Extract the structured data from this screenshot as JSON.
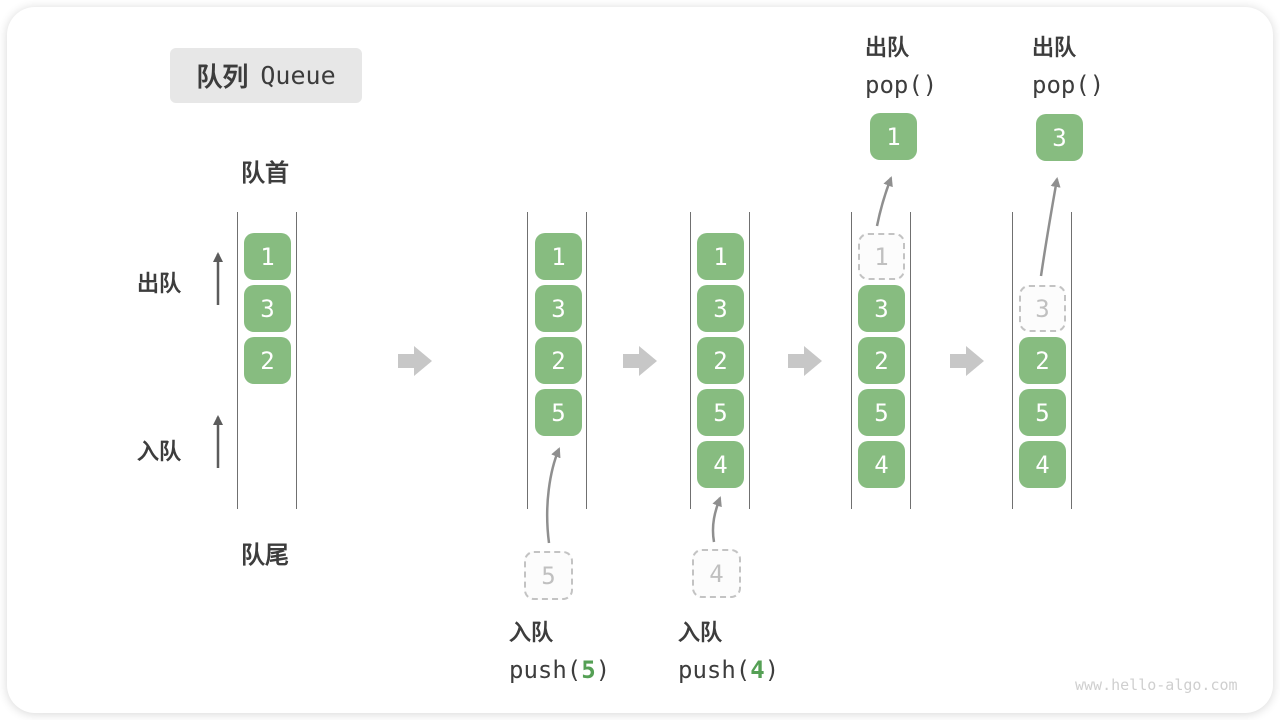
{
  "title": {
    "zh": "队列",
    "en": "Queue"
  },
  "labels": {
    "front": "队首",
    "rear": "队尾",
    "dequeue_side": "出队",
    "enqueue_side": "入队"
  },
  "colors": {
    "cell_green": "#87BC80",
    "code_arg_green": "#55A055",
    "step_arrow_gray": "#C7C7C7",
    "ghost_gray": "#C3C3C3"
  },
  "watermark": "www.hello-algo.com",
  "states": [
    {
      "cells": [
        "1",
        "3",
        "2"
      ]
    },
    {
      "cells": [
        "1",
        "3",
        "2",
        "5"
      ],
      "incoming": "5",
      "op_action": "入队",
      "op_fn": "push(",
      "op_arg": "5",
      "op_close": ")"
    },
    {
      "cells": [
        "1",
        "3",
        "2",
        "5",
        "4"
      ],
      "incoming": "4",
      "op_action": "入队",
      "op_fn": "push(",
      "op_arg": "4",
      "op_close": ")"
    },
    {
      "cells": [
        "1",
        "3",
        "2",
        "5",
        "4"
      ],
      "ghost": "1",
      "popped": "1",
      "op_action": "出队",
      "op_fn": "pop()",
      "op_arg": "",
      "op_close": ""
    },
    {
      "cells": [
        "3",
        "2",
        "5",
        "4"
      ],
      "ghost": "3",
      "popped": "3",
      "op_action": "出队",
      "op_fn": "pop()",
      "op_arg": "",
      "op_close": ""
    }
  ]
}
